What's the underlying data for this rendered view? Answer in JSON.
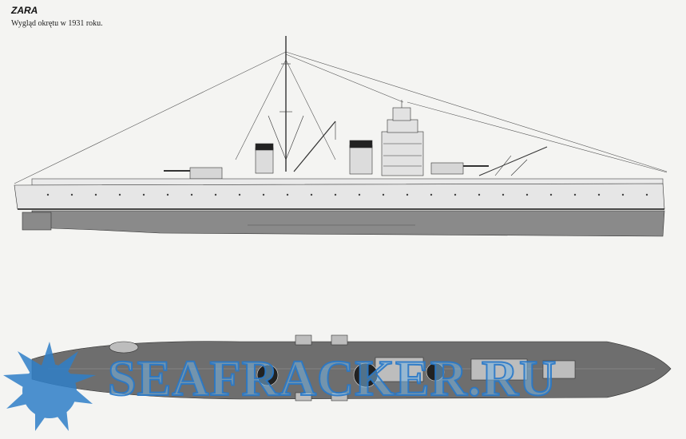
{
  "header": {
    "title": "ZARA",
    "subtitle": "Wygląd okrętu w 1931 roku."
  },
  "watermark": {
    "text": "SEAFRACKER.RU",
    "color": "#2f7fc8"
  },
  "colors": {
    "hull_dark": "#8a8a8a",
    "hull_light": "#e6e6e6",
    "deck": "#6e6e6e",
    "line": "#333333"
  }
}
